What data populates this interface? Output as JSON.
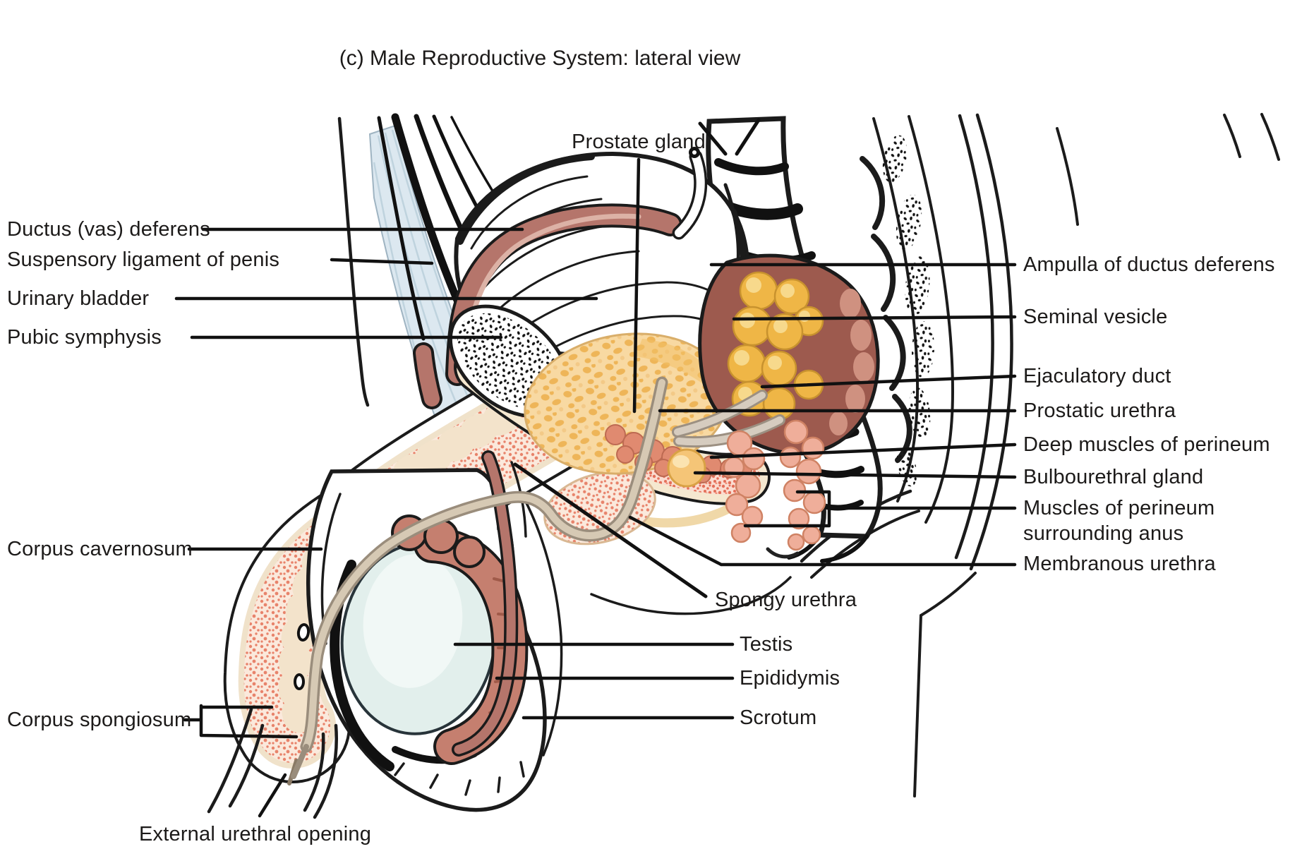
{
  "figure": {
    "title": "(c) Male Reproductive System: lateral view"
  },
  "labels": {
    "prostate_gland": "Prostate gland",
    "ductus_vas_deferens": "Ductus (vas) deferens",
    "suspensory_ligament": "Suspensory ligament of penis",
    "urinary_bladder": "Urinary bladder",
    "pubic_symphysis": "Pubic symphysis",
    "corpus_cavernosum": "Corpus cavernosum",
    "corpus_spongiosum": "Corpus spongiosum",
    "external_urethral_opening": "External urethral opening",
    "ampulla_of_ductus_deferens": "Ampulla of ductus deferens",
    "seminal_vesicle": "Seminal vesicle",
    "ejaculatory_duct": "Ejaculatory duct",
    "prostatic_urethra": "Prostatic urethra",
    "deep_muscles_of_perineum": "Deep muscles of perineum",
    "muscles_of_perineum_line1": "Muscles of perineum",
    "muscles_of_perineum_line2": "surrounding anus",
    "bulbourethral_gland": "Bulbourethral gland",
    "membranous_urethra": "Membranous urethra",
    "spongy_urethra": "Spongy urethra",
    "testis": "Testis",
    "epididymis": "Epididymis",
    "scrotum": "Scrotum"
  },
  "colors": {
    "outline": "#1b1b1b",
    "erectile_tissue": "#e8836b",
    "erectile_bg": "#fbe9dc",
    "fascia_cream": "#f0e2ca",
    "ductus_deferens": "#b5756b",
    "ampulla": "#9d5a4e",
    "seminal_vesicle": "#efb646",
    "prostate": "#f8d9a2",
    "prostate_spots": "#eeb558",
    "bulbourethral": "#f5c577",
    "perineal_muscle": "#e08a70",
    "anal_muscle": "#efae9a",
    "bone_stipple": "#e4705a",
    "testis_fill": "#e2efec",
    "epididymis_fill": "#c57f6f",
    "ligament": "#dce8f0",
    "urethra_tube": "#d6c9b4"
  }
}
